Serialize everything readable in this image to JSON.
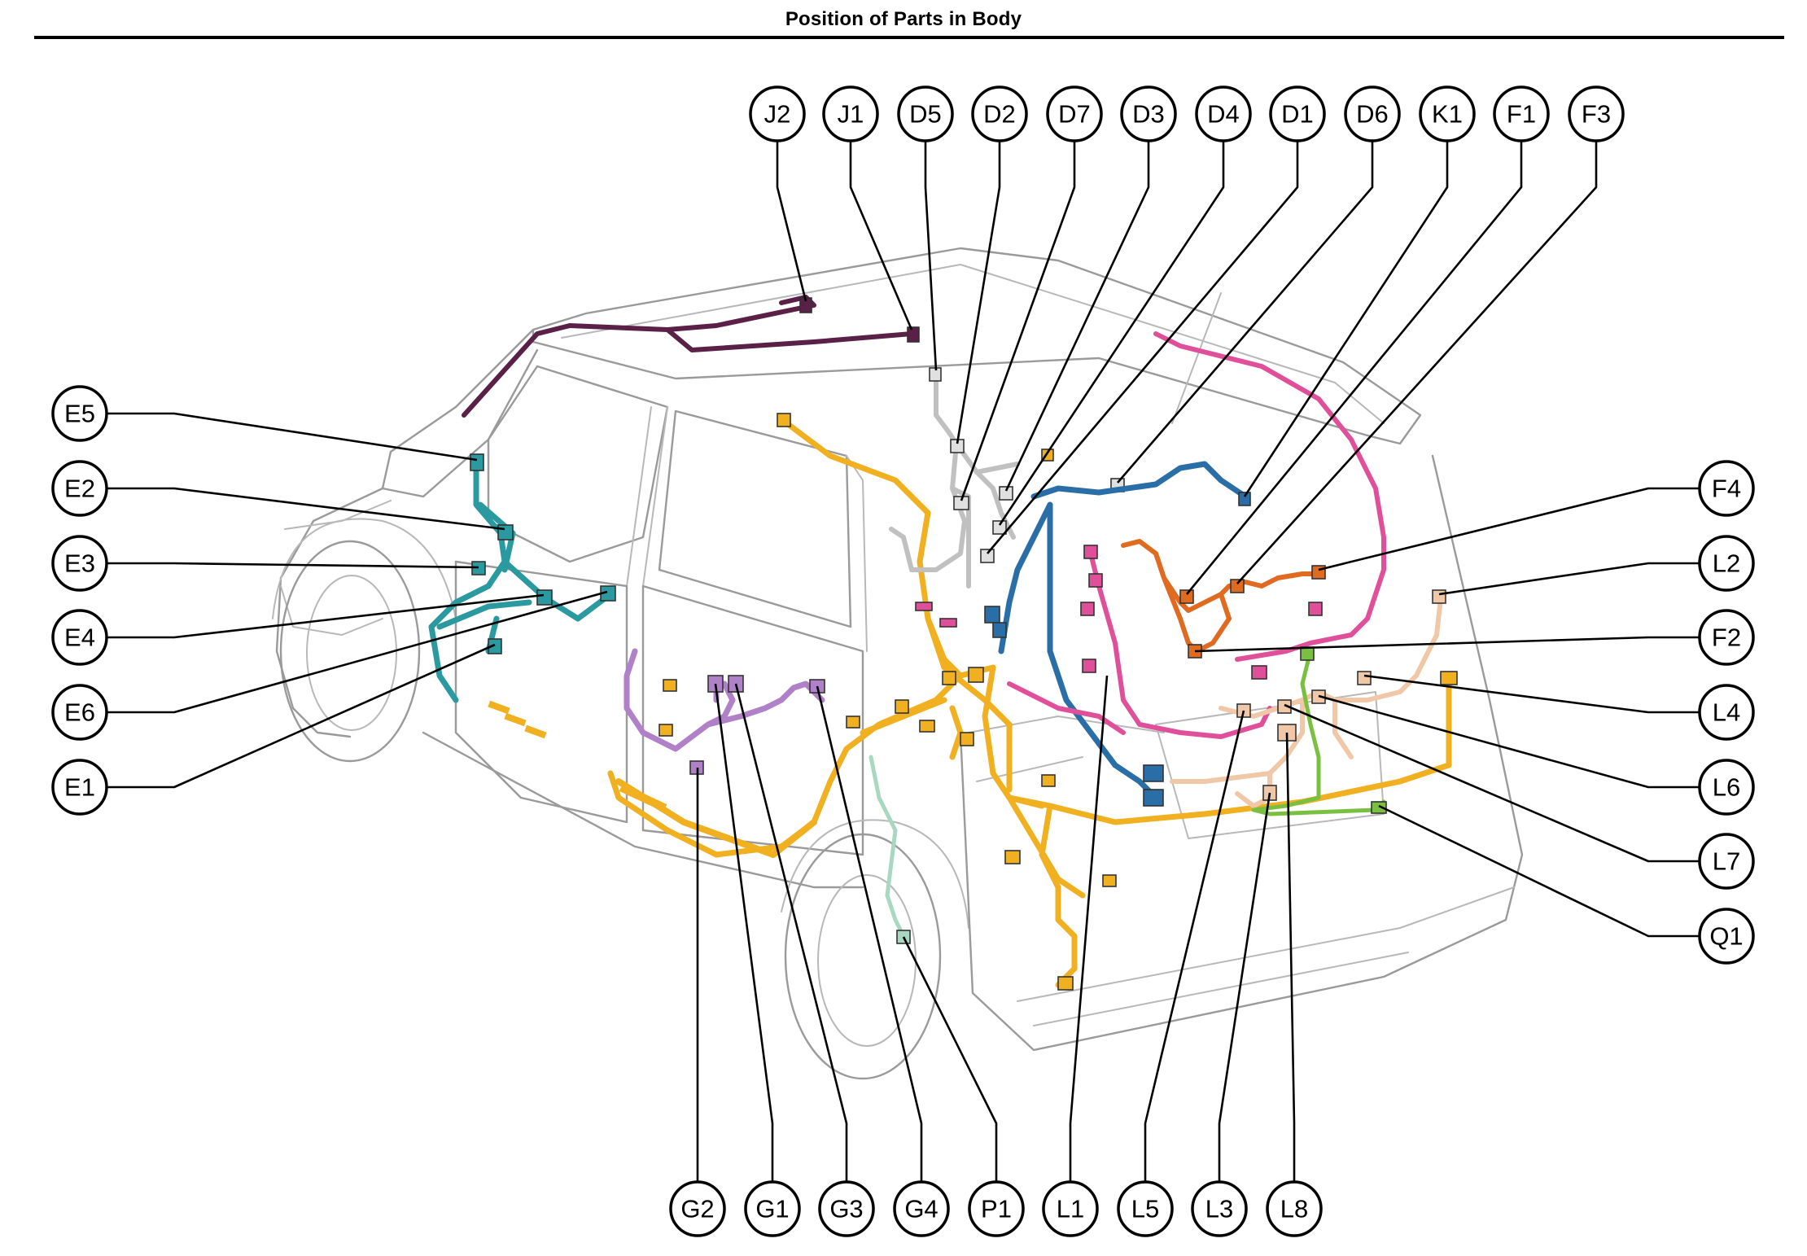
{
  "page": {
    "title": "Position of Parts in Body"
  },
  "colors": {
    "roof": "#5a2048",
    "teal": "#2a9aa0",
    "yellow": "#f0b020",
    "purple": "#b080c8",
    "pink": "#e0509a",
    "blue": "#2a6ea8",
    "orange": "#e06a20",
    "peach": "#f0c8a8",
    "green": "#7ac040",
    "gray": "#c0c0c0",
    "mint": "#a8d8c0"
  },
  "callouts": {
    "top": [
      {
        "id": "J2",
        "label": "J2"
      },
      {
        "id": "J1",
        "label": "J1"
      },
      {
        "id": "D5",
        "label": "D5"
      },
      {
        "id": "D2",
        "label": "D2"
      },
      {
        "id": "D7",
        "label": "D7"
      },
      {
        "id": "D3",
        "label": "D3"
      },
      {
        "id": "D4",
        "label": "D4"
      },
      {
        "id": "D1",
        "label": "D1"
      },
      {
        "id": "D6",
        "label": "D6"
      },
      {
        "id": "K1",
        "label": "K1"
      },
      {
        "id": "F1",
        "label": "F1"
      },
      {
        "id": "F3",
        "label": "F3"
      }
    ],
    "left": [
      {
        "id": "E5",
        "label": "E5"
      },
      {
        "id": "E2",
        "label": "E2"
      },
      {
        "id": "E3",
        "label": "E3"
      },
      {
        "id": "E4",
        "label": "E4"
      },
      {
        "id": "E6",
        "label": "E6"
      },
      {
        "id": "E1",
        "label": "E1"
      }
    ],
    "right": [
      {
        "id": "F4",
        "label": "F4"
      },
      {
        "id": "L2",
        "label": "L2"
      },
      {
        "id": "F2",
        "label": "F2"
      },
      {
        "id": "L4",
        "label": "L4"
      },
      {
        "id": "L6",
        "label": "L6"
      },
      {
        "id": "L7",
        "label": "L7"
      },
      {
        "id": "Q1",
        "label": "Q1"
      }
    ],
    "bottom": [
      {
        "id": "G2",
        "label": "G2"
      },
      {
        "id": "G1",
        "label": "G1"
      },
      {
        "id": "G3",
        "label": "G3"
      },
      {
        "id": "G4",
        "label": "G4"
      },
      {
        "id": "P1",
        "label": "P1"
      },
      {
        "id": "L1",
        "label": "L1"
      },
      {
        "id": "L5",
        "label": "L5"
      },
      {
        "id": "L3",
        "label": "L3"
      },
      {
        "id": "L8",
        "label": "L8"
      }
    ]
  }
}
